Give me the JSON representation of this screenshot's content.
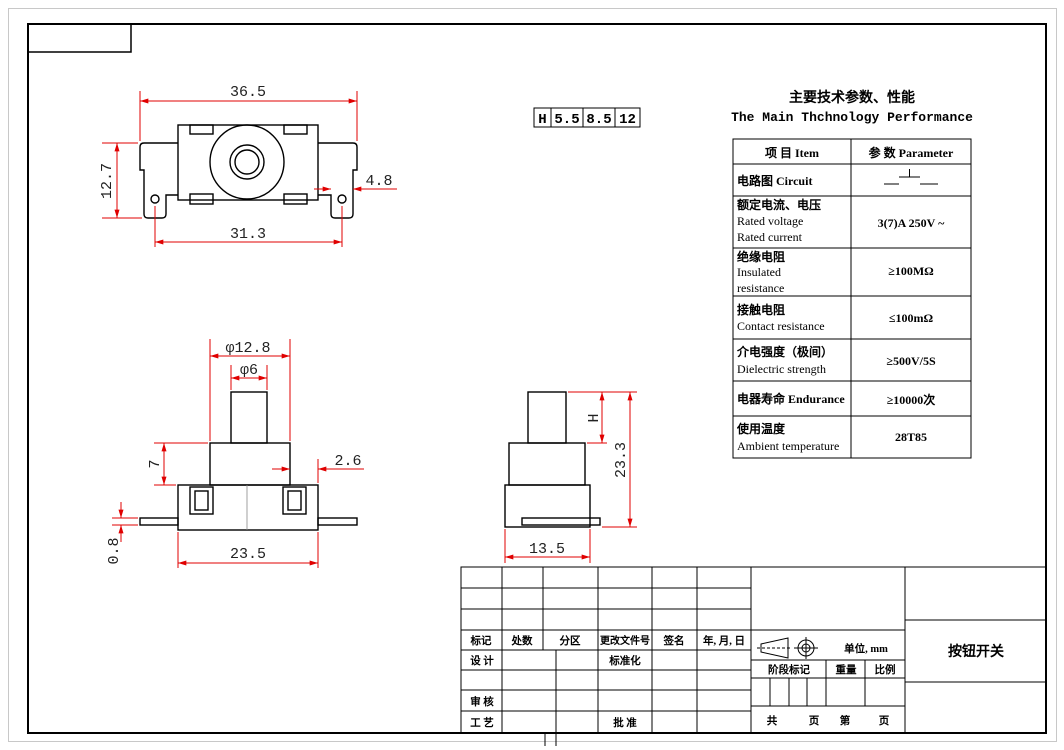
{
  "colors": {
    "outline": "#000000",
    "dimension_line": "#e00000",
    "dimension_text": "#222222",
    "sheet_border": "#c8c8c8"
  },
  "views": {
    "top_view": {
      "dim_overall_width": "36.5",
      "dim_terminal_height": "12.7",
      "dim_terminal_width": "4.8",
      "dim_hole_pitch": "31.3"
    },
    "front_view": {
      "dim_housing_diameter": "φ12.8",
      "dim_button_diameter": "φ6",
      "dim_housing_height": "7",
      "dim_shoulder": "2.6",
      "dim_terminal_thickness": "0.8",
      "dim_base_width": "23.5"
    },
    "side_view": {
      "dim_button_height": "H",
      "dim_total_height": "23.3",
      "dim_base_depth": "13.5"
    },
    "height_code": {
      "symbol": "H",
      "options": [
        "5.5",
        "8.5",
        "12"
      ]
    }
  },
  "spec_table": {
    "title_cn": "主要技术参数、性能",
    "title_en": "The Main Thchnology Performance",
    "header_item": "项 目 Item",
    "header_parameter": "参 数 Parameter",
    "rows": [
      {
        "item": [
          "电路图 Circuit"
        ],
        "value_icon": "pushbutton-switch-symbol-icon"
      },
      {
        "item": [
          "额定电流、电压",
          "Rated voltage",
          "Rated current"
        ],
        "value": "3(7)A 250V ~"
      },
      {
        "item": [
          "绝缘电阻",
          "Insulated",
          "resistance"
        ],
        "value": "≥100MΩ"
      },
      {
        "item": [
          "接触电阻",
          "Contact resistance"
        ],
        "value": "≤100mΩ"
      },
      {
        "item": [
          "介电强度（极间）",
          "Dielectric strength"
        ],
        "value": "≥500V/5S"
      },
      {
        "item": [
          "电器寿命 Endurance"
        ],
        "value": "≥10000次"
      },
      {
        "item": [
          "使用温度",
          "Ambient temperature"
        ],
        "value": "28T85"
      }
    ]
  },
  "title_block": {
    "revision_headers": [
      "标记",
      "处数",
      "分区",
      "更改文件号",
      "签名",
      "年, 月, 日"
    ],
    "design": "设 计",
    "standardization": "标准化",
    "review": "审 核",
    "process": "工 艺",
    "approval": "批 准",
    "projection_icon": "first-angle-projection-icon",
    "unit": "单位, mm",
    "stage_mark": "阶段标记",
    "weight": "重量",
    "scale": "比例",
    "sheet": {
      "total_prefix": "共",
      "total_suffix": "页",
      "current_prefix": "第",
      "current_suffix": "页"
    },
    "drawing_name": "按钮开关"
  }
}
